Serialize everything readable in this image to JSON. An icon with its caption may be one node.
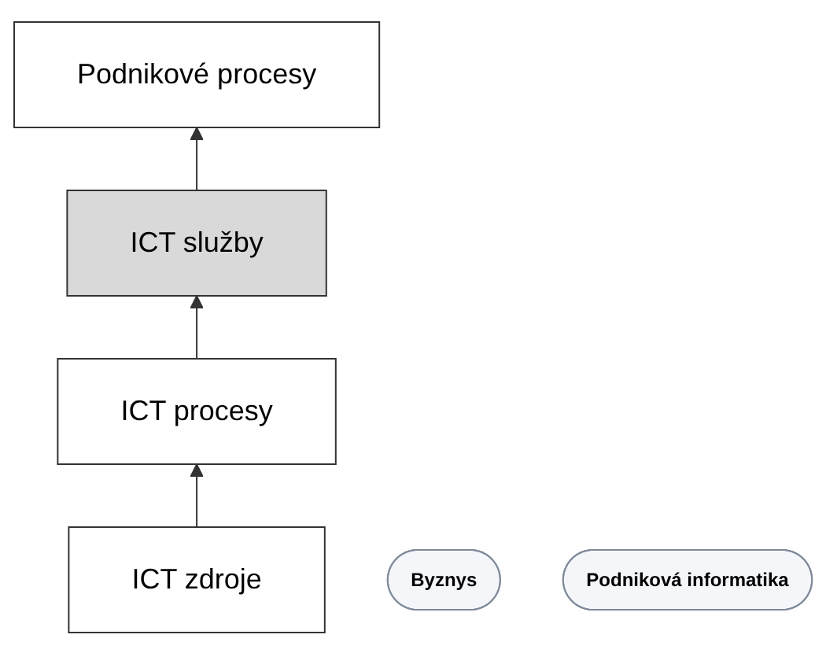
{
  "diagram": {
    "nodes": [
      {
        "text": [
          "Podnikové procesy"
        ]
      },
      {
        "text": [
          "ICT služby"
        ]
      },
      {
        "text": [
          "ICT procesy"
        ]
      },
      {
        "text": [
          "ICT zdroje"
        ]
      },
      {
        "text": [
          "Byznys"
        ]
      },
      {
        "text": [
          "Podniková informatika"
        ]
      }
    ],
    "edges": [
      {
        "from": 3,
        "to": 2,
        "arrow": "to"
      },
      {
        "from": 2,
        "to": 1,
        "arrow": "to"
      },
      {
        "from": 1,
        "to": 0,
        "arrow": "to"
      }
    ]
  }
}
